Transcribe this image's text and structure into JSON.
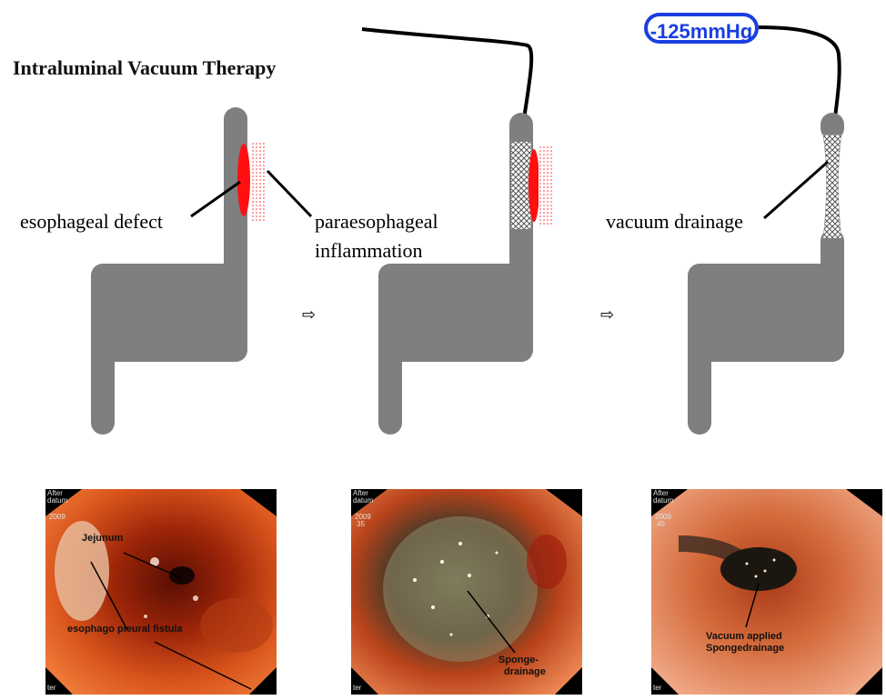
{
  "title": "Intraluminal Vacuum Therapy",
  "pressure_label": "-125mmHg",
  "steps": {
    "step1": {
      "defect_label": "esophageal defect",
      "inflammation_label_line1": "paraesophageal",
      "inflammation_label_line2": "inflammation"
    },
    "step3": {
      "drainage_label": "vacuum drainage"
    }
  },
  "arrows": [
    "⇨",
    "⇨"
  ],
  "photos": [
    {
      "name": "photo-fistula",
      "overlay_top": "After",
      "overlay_line2": "datum",
      "overlay_year": "2009",
      "overlay_bottom": "ter",
      "labels": [
        "Jejunum",
        "esophago pleural fistula"
      ]
    },
    {
      "name": "photo-sponge",
      "overlay_top": "After",
      "overlay_line2": "datum",
      "overlay_year": "2009",
      "overlay_num": "35",
      "overlay_bottom": "ter",
      "labels": [
        "Sponge-",
        "drainage"
      ]
    },
    {
      "name": "photo-vacuum",
      "overlay_top": "After",
      "overlay_line2": "datum",
      "overlay_year": "2009",
      "overlay_num": "45",
      "overlay_bottom": "ter",
      "labels": [
        "Vacuum applied",
        "Spongedrainage"
      ]
    }
  ],
  "colors": {
    "organ": "#7f7f7f",
    "defect": "#ff1010",
    "inflammation": "#ff3030",
    "pressure": "#1a3fe0",
    "tube": "#000000"
  }
}
